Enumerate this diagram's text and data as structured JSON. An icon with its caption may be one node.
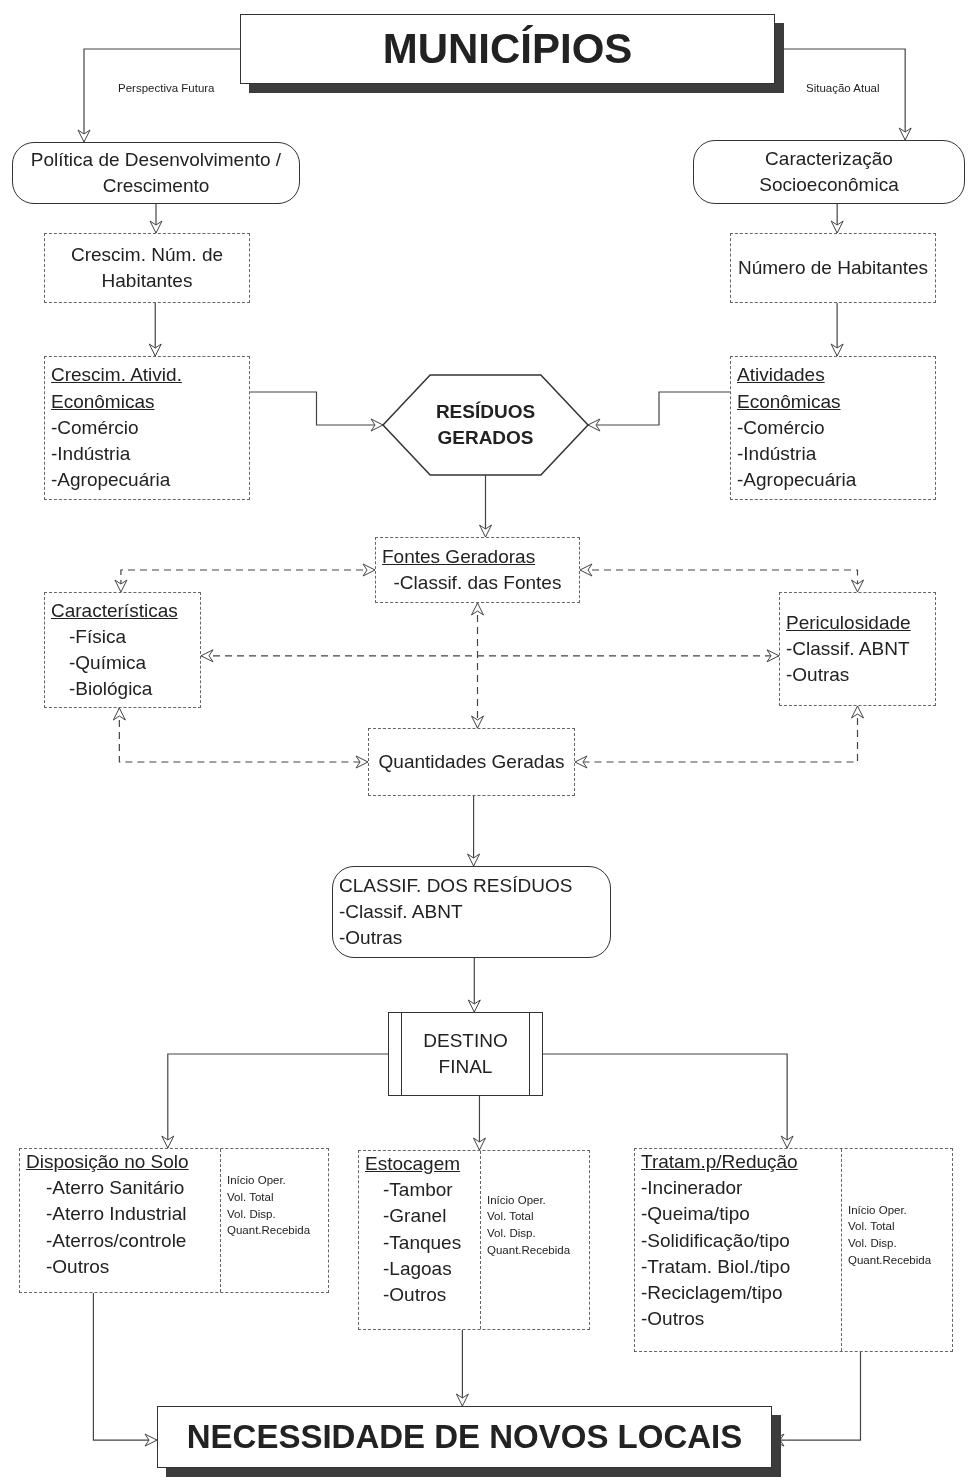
{
  "diagram": {
    "nodes": [
      {
        "text": [
          "MUNICÍPIOS"
        ]
      },
      {
        "text": [
          "Política de Desenvolvimento / Crescimento"
        ]
      },
      {
        "text": [
          "Caracterização Socioeconômica"
        ]
      },
      {
        "text": [
          "Crescim. Núm. de Habitantes"
        ]
      },
      {
        "text": [
          "Número de Habitantes"
        ]
      },
      {
        "text": [
          "Crescim. Ativid. Econômicas",
          "-Comércio",
          "-Indústria",
          "-Agropecuária"
        ]
      },
      {
        "text": [
          "RESÍDUOS GERADOS"
        ]
      },
      {
        "text": [
          "Atividades Econômicas",
          "-Comércio",
          "-Indústria",
          "-Agropecuária"
        ]
      },
      {
        "text": [
          "Fontes Geradoras",
          "-Classif. das Fontes"
        ]
      },
      {
        "text": [
          "Características",
          "-Física",
          "-Química",
          "-Biológica"
        ]
      },
      {
        "text": [
          "Periculosidade",
          "-Classif. ABNT",
          "-Outras"
        ]
      },
      {
        "text": [
          "Quantidades Geradas"
        ]
      },
      {
        "text": [
          "CLASSIF. DOS RESÍDUOS",
          "-Classif. ABNT",
          "-Outras"
        ]
      },
      {
        "text": [
          "DESTINO FINAL"
        ]
      },
      {
        "text": [
          "Disposição no Solo",
          "-Aterro Sanitário",
          "-Aterro Industrial",
          "-Aterros/controle",
          "-Outros",
          "Início Oper.",
          "Vol. Total",
          "Vol. Disp.",
          "Quant.Recebida"
        ]
      },
      {
        "text": [
          "Estocagem",
          "-Tambor",
          "-Granel",
          "-Tanques",
          "-Lagoas",
          "-Outros",
          "Início Oper.",
          "Vol. Total",
          "Vol. Disp.",
          "Quant.Recebida"
        ]
      },
      {
        "text": [
          "Tratam.p/Redução",
          "-Incinerador",
          "-Queima/tipo",
          "-Solidificação/tipo",
          "-Tratam. Biol./tipo",
          "-Reciclagem/tipo",
          "-Outros",
          "Início Oper.",
          "Vol. Total",
          "Vol. Disp.",
          "Quant.Recebida"
        ]
      },
      {
        "text": [
          "NECESSIDADE DE NOVOS LOCAIS"
        ]
      }
    ],
    "edges": [
      {
        "from": 0,
        "to": 1,
        "arrow": "to",
        "label": "Perspectiva Futura"
      },
      {
        "from": 0,
        "to": 2,
        "arrow": "to",
        "label": "Situação Atual"
      },
      {
        "from": 1,
        "to": 3,
        "arrow": "to"
      },
      {
        "from": 3,
        "to": 5,
        "arrow": "to"
      },
      {
        "from": 2,
        "to": 4,
        "arrow": "to"
      },
      {
        "from": 4,
        "to": 7,
        "arrow": "to"
      },
      {
        "from": 5,
        "to": 6,
        "arrow": "to"
      },
      {
        "from": 7,
        "to": 6,
        "arrow": "to"
      },
      {
        "from": 6,
        "to": 8,
        "arrow": "to"
      },
      {
        "from": 8,
        "to": 9,
        "arrow": "both",
        "style": "dashed"
      },
      {
        "from": 8,
        "to": 10,
        "arrow": "both",
        "style": "dashed"
      },
      {
        "from": 8,
        "to": 11,
        "arrow": "both",
        "style": "dashed"
      },
      {
        "from": 9,
        "to": 10,
        "arrow": "both",
        "style": "dashed"
      },
      {
        "from": 9,
        "to": 11,
        "arrow": "both",
        "style": "dashed"
      },
      {
        "from": 10,
        "to": 11,
        "arrow": "both",
        "style": "dashed"
      },
      {
        "from": 11,
        "to": 12,
        "arrow": "to"
      },
      {
        "from": 12,
        "to": 13,
        "arrow": "to"
      },
      {
        "from": 13,
        "to": 14,
        "arrow": "to"
      },
      {
        "from": 13,
        "to": 15,
        "arrow": "to"
      },
      {
        "from": 13,
        "to": 16,
        "arrow": "to"
      },
      {
        "from": 14,
        "to": 17,
        "arrow": "to"
      },
      {
        "from": 15,
        "to": 17,
        "arrow": "to"
      },
      {
        "from": 16,
        "to": 17,
        "arrow": "to"
      }
    ]
  }
}
